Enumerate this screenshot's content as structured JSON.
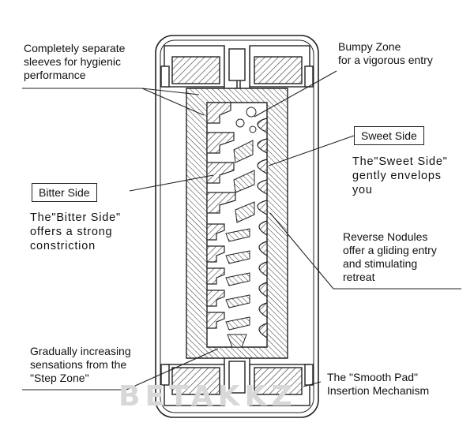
{
  "labels": {
    "separate_sleeves": "Completely separate\nsleeves for hygienic\nperformance",
    "bumpy_zone": "Bumpy Zone\nfor a vigorous entry",
    "sweet_side_title": "Sweet Side",
    "sweet_side_desc": "The\"Sweet Side\"\ngently envelops\nyou",
    "bitter_side_title": "Bitter Side",
    "bitter_side_desc": "The\"Bitter Side\"\noffers a strong\nconstriction",
    "reverse_nodules": "Reverse Nodules\noffer a gliding entry\nand stimulating\nretreat",
    "step_zone": "Gradually increasing\nsensations from the\n\"Step Zone\"",
    "smooth_pad": "The \"Smooth Pad\"\nInsertion Mechanism"
  },
  "watermark": "BETAKKZ",
  "colors": {
    "line": "#222222",
    "background": "#ffffff"
  }
}
